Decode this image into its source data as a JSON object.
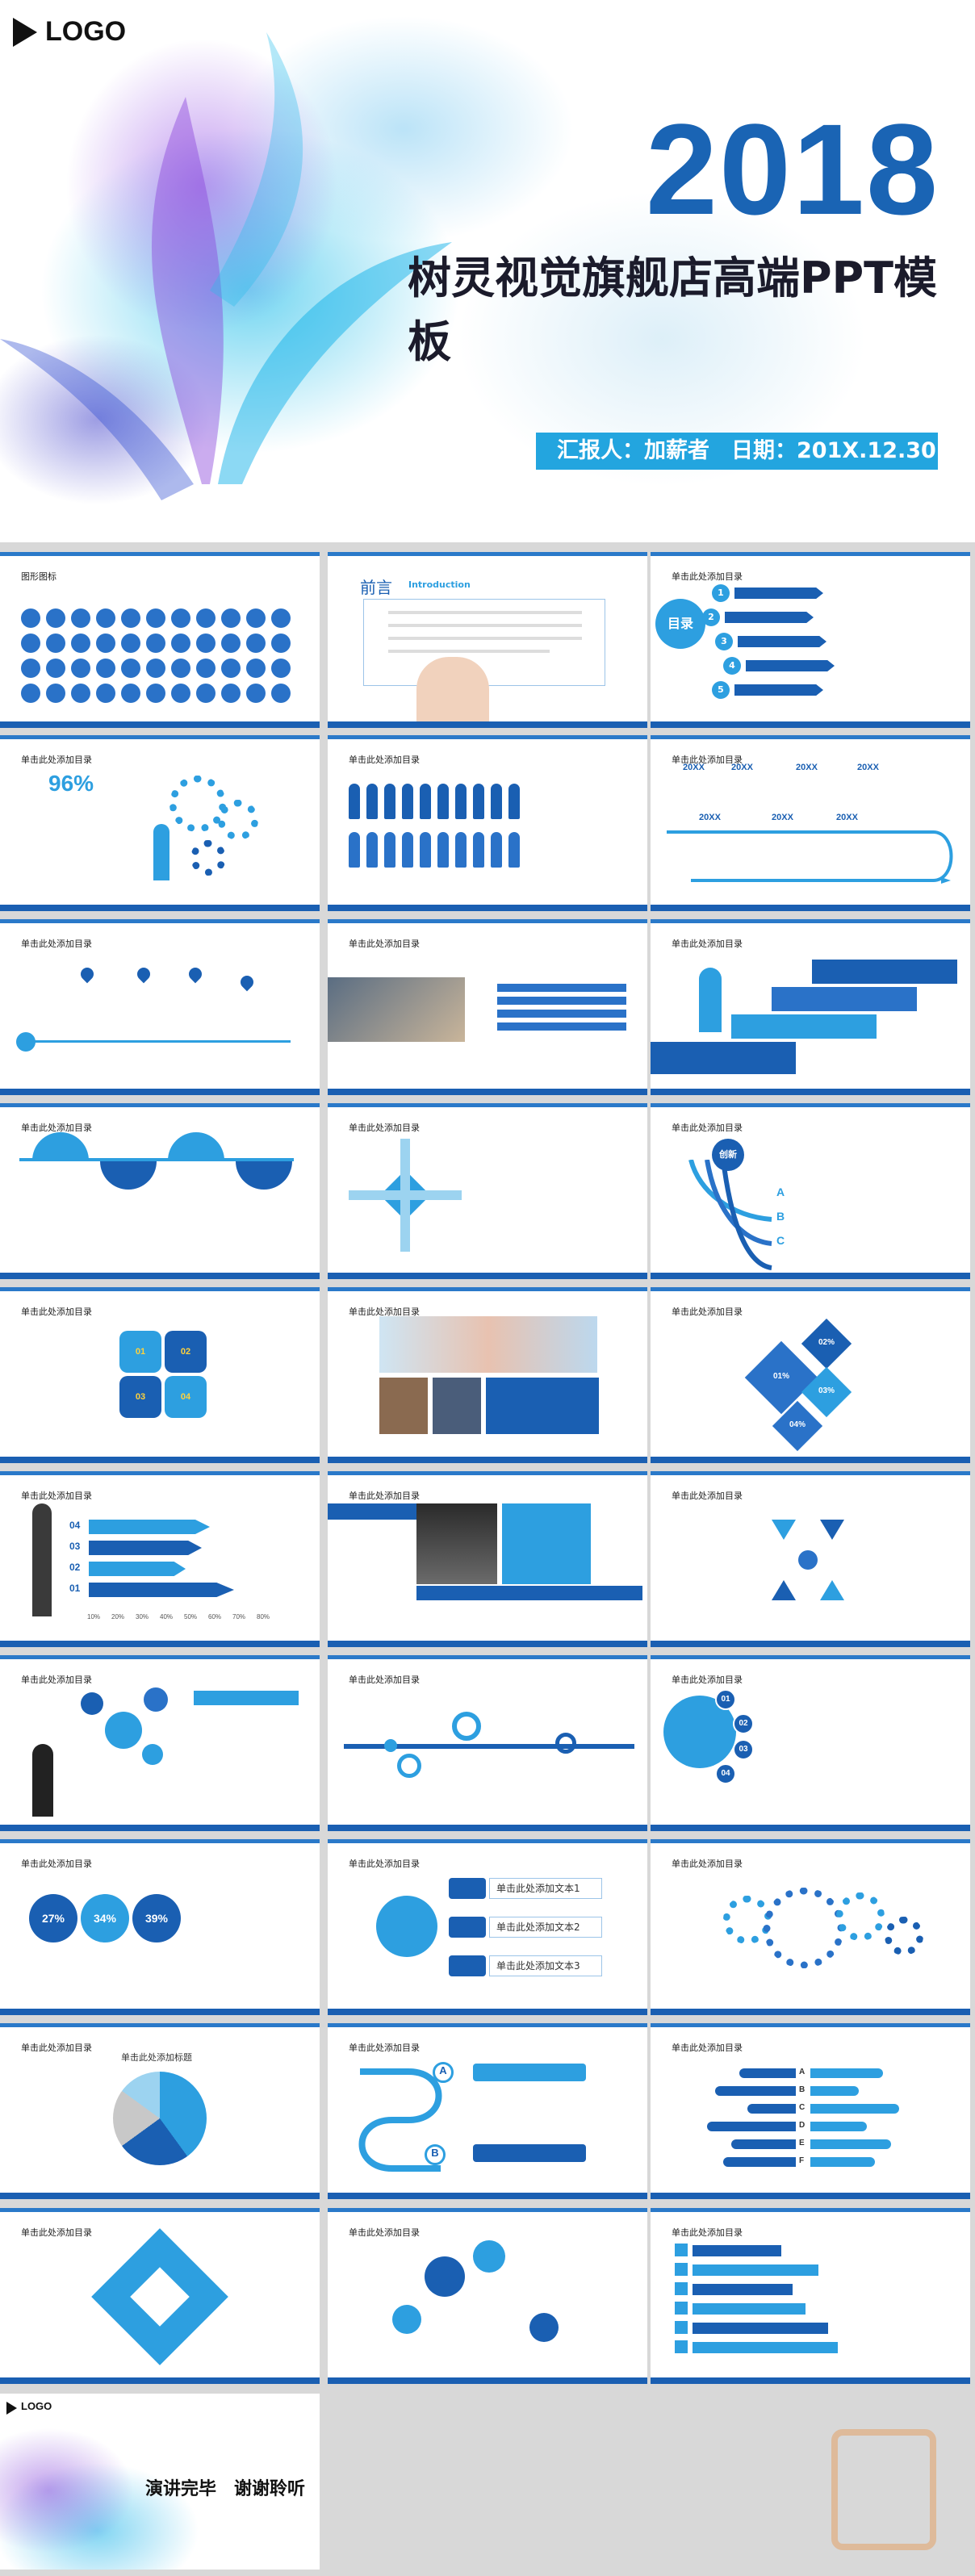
{
  "cover": {
    "logo": "LOGO",
    "year": "2018",
    "title": "树灵视觉旗舰店高端PPT模板",
    "reporter": "汇报人：加薪者　日期：201X.12.30"
  },
  "slides": {
    "s1": {
      "title": "图形图标"
    },
    "s2": {
      "title": "前言",
      "subtitle": "Introduction"
    },
    "s3": {
      "title": "单击此处添加目录",
      "badge": "目录",
      "items": [
        "1",
        "2",
        "3",
        "4",
        "5"
      ]
    },
    "s4": {
      "title": "单击此处添加目录",
      "percent": "96%"
    },
    "s5": {
      "title": "单击此处添加目录"
    },
    "s6": {
      "title": "单击此处添加目录",
      "years": [
        "20XX",
        "20XX",
        "20XX",
        "20XX",
        "20XX",
        "20XX",
        "20XX"
      ]
    },
    "s7": {
      "title": "单击此处添加目录"
    },
    "s8": {
      "title": "单击此处添加目录"
    },
    "s9": {
      "title": "单击此处添加目录"
    },
    "s10": {
      "title": "单击此处添加目录"
    },
    "s11": {
      "title": "单击此处添加目录"
    },
    "s12": {
      "title": "单击此处添加目录",
      "center": "创新",
      "letters": [
        "A",
        "B",
        "C"
      ]
    },
    "s13": {
      "title": "单击此处添加目录",
      "nums": [
        "01",
        "02",
        "03",
        "04"
      ]
    },
    "s14": {
      "title": "单击此处添加目录"
    },
    "s15": {
      "title": "单击此处添加目录",
      "nums": [
        "01%",
        "02%",
        "03%",
        "04%"
      ]
    },
    "s16": {
      "title": "单击此处添加目录",
      "nums": [
        "04",
        "03",
        "02",
        "01"
      ],
      "axis": [
        "10%",
        "20%",
        "30%",
        "40%",
        "50%",
        "60%",
        "70%",
        "80%"
      ]
    },
    "s17": {
      "title": "单击此处添加目录"
    },
    "s18": {
      "title": "单击此处添加目录"
    },
    "s19": {
      "title": "单击此处添加目录"
    },
    "s20": {
      "title": "单击此处添加目录"
    },
    "s21": {
      "title": "单击此处添加目录",
      "nums": [
        "01",
        "02",
        "03",
        "04"
      ]
    },
    "s22": {
      "title": "单击此处添加目录",
      "values": [
        "27%",
        "34%",
        "39%"
      ]
    },
    "s23": {
      "title": "单击此处添加目录",
      "rows": [
        "单击此处添加文本1",
        "单击此处添加文本2",
        "单击此处添加文本3"
      ]
    },
    "s24": {
      "title": "单击此处添加目录"
    },
    "s25": {
      "title": "单击此处添加目录",
      "chart_title": "单击此处添加标题"
    },
    "s26": {
      "title": "单击此处添加目录",
      "letters": [
        "A",
        "B"
      ]
    },
    "s27": {
      "title": "单击此处添加目录",
      "letters": [
        "A",
        "B",
        "C",
        "D",
        "E",
        "F"
      ]
    },
    "s28": {
      "title": "单击此处添加目录"
    },
    "s29": {
      "title": "单击此处添加目录"
    },
    "s30": {
      "title": "单击此处添加目录"
    }
  },
  "end": {
    "logo": "LOGO",
    "text": "演讲完毕　谢谢聆听"
  },
  "colors": {
    "primary": "#1a5fb2",
    "accent": "#2d9fe0",
    "dark": "#1a64b4"
  }
}
